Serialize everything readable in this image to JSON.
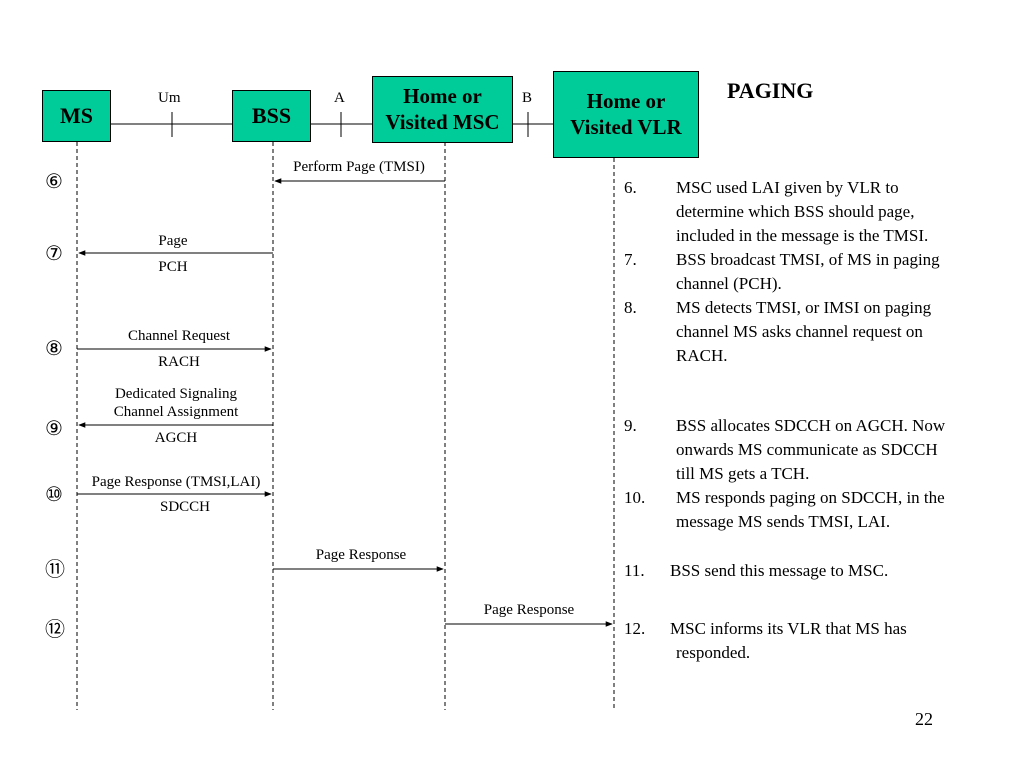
{
  "title": "PAGING",
  "page_number": "22",
  "entities": {
    "ms": "MS",
    "bss": "BSS",
    "msc": [
      "Home or",
      "Visited MSC"
    ],
    "vlr": [
      "Home or",
      "Visited VLR"
    ]
  },
  "interfaces": {
    "um": "Um",
    "a": "A",
    "b": "B"
  },
  "colors": {
    "entity_fill": "#00cc99"
  },
  "steps": [
    "⑥",
    "⑦",
    "⑧",
    "⑨",
    "⑩",
    "⑪",
    "⑫"
  ],
  "messages": [
    {
      "label": "Perform Page (TMSI)",
      "sub": ""
    },
    {
      "label": "Page",
      "sub": "PCH"
    },
    {
      "label": "Channel Request",
      "sub": "RACH"
    },
    {
      "label": [
        "Dedicated Signaling",
        "Channel Assignment"
      ],
      "sub": "AGCH"
    },
    {
      "label": "Page Response (TMSI,LAI)",
      "sub": "SDCCH"
    },
    {
      "label": "Page Response",
      "sub": ""
    },
    {
      "label": "Page Response",
      "sub": ""
    }
  ],
  "notes": [
    {
      "num": "6.",
      "lines": [
        "MSC used LAI given by VLR to",
        "determine which BSS should page,",
        "included in the message is the TMSI."
      ]
    },
    {
      "num": "7.",
      "lines": [
        "BSS broadcast TMSI, of MS in paging",
        "channel (PCH)."
      ]
    },
    {
      "num": "8.",
      "lines": [
        "MS detects TMSI, or IMSI on paging",
        "channel MS asks channel request on",
        "RACH."
      ]
    },
    {
      "num": "9.",
      "lines": [
        "BSS allocates SDCCH on AGCH. Now",
        "onwards MS communicate as SDCCH",
        "till MS gets a TCH."
      ]
    },
    {
      "num": "10.",
      "lines": [
        "MS responds paging on SDCCH, in the",
        "message MS sends TMSI, LAI."
      ]
    },
    {
      "num": "11.",
      "lines": [
        "BSS send this message to MSC."
      ]
    },
    {
      "num": "12.",
      "lines": [
        "MSC informs its VLR that MS has",
        "responded."
      ]
    }
  ]
}
